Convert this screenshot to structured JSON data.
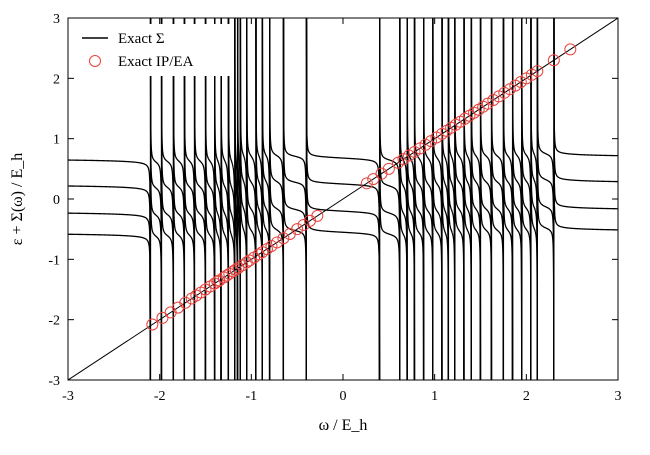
{
  "chart_data": {
    "type": "line",
    "xlabel": "ω / E_h",
    "ylabel": "ε + Σ(ω) / E_h",
    "xlim": [
      -3,
      3
    ],
    "ylim": [
      -3,
      3
    ],
    "xticks": [
      "-3",
      "-2",
      "-1",
      "0",
      "1",
      "2",
      "3"
    ],
    "yticks": [
      "-3",
      "-2",
      "-1",
      "0",
      "1",
      "2",
      "3"
    ],
    "grid": false,
    "legend_position": "top-left",
    "series": [
      {
        "name": "Exact Σ",
        "color": "#000000",
        "style": "solid line"
      },
      {
        "name": "Exact IP/EA",
        "color": "#e8413c",
        "style": "open circle"
      }
    ],
    "asymptotes": [
      0.68,
      0.25,
      -0.2,
      -0.55
    ],
    "poles": [
      -2.1,
      -1.98,
      -1.85,
      -1.73,
      -1.62,
      -1.5,
      -1.4,
      -1.33,
      -1.25,
      -1.18,
      -1.15,
      -1.12,
      -1.05,
      -0.95,
      -0.88,
      -0.8,
      -0.65,
      -0.4,
      0.4,
      0.62,
      0.7,
      0.78,
      0.88,
      0.98,
      1.08,
      1.15,
      1.22,
      1.32,
      1.4,
      1.5,
      1.62,
      1.75,
      1.85,
      1.95,
      2.05,
      2.12,
      2.3
    ],
    "solutions_x": [
      -2.08,
      -1.97,
      -1.88,
      -1.8,
      -1.72,
      -1.65,
      -1.6,
      -1.55,
      -1.5,
      -1.45,
      -1.4,
      -1.37,
      -1.35,
      -1.3,
      -1.27,
      -1.24,
      -1.2,
      -1.17,
      -1.14,
      -1.1,
      -1.05,
      -1.02,
      -0.97,
      -0.92,
      -0.88,
      -0.83,
      -0.78,
      -0.72,
      -0.65,
      -0.58,
      -0.5,
      -0.43,
      -0.36,
      -0.28,
      0.26,
      0.33,
      0.42,
      0.5,
      0.6,
      0.66,
      0.72,
      0.78,
      0.84,
      0.9,
      0.96,
      1.02,
      1.08,
      1.13,
      1.18,
      1.23,
      1.28,
      1.33,
      1.38,
      1.43,
      1.48,
      1.53,
      1.58,
      1.64,
      1.7,
      1.76,
      1.82,
      1.88,
      1.94,
      2.0,
      2.06,
      2.12,
      2.3,
      2.48
    ]
  }
}
